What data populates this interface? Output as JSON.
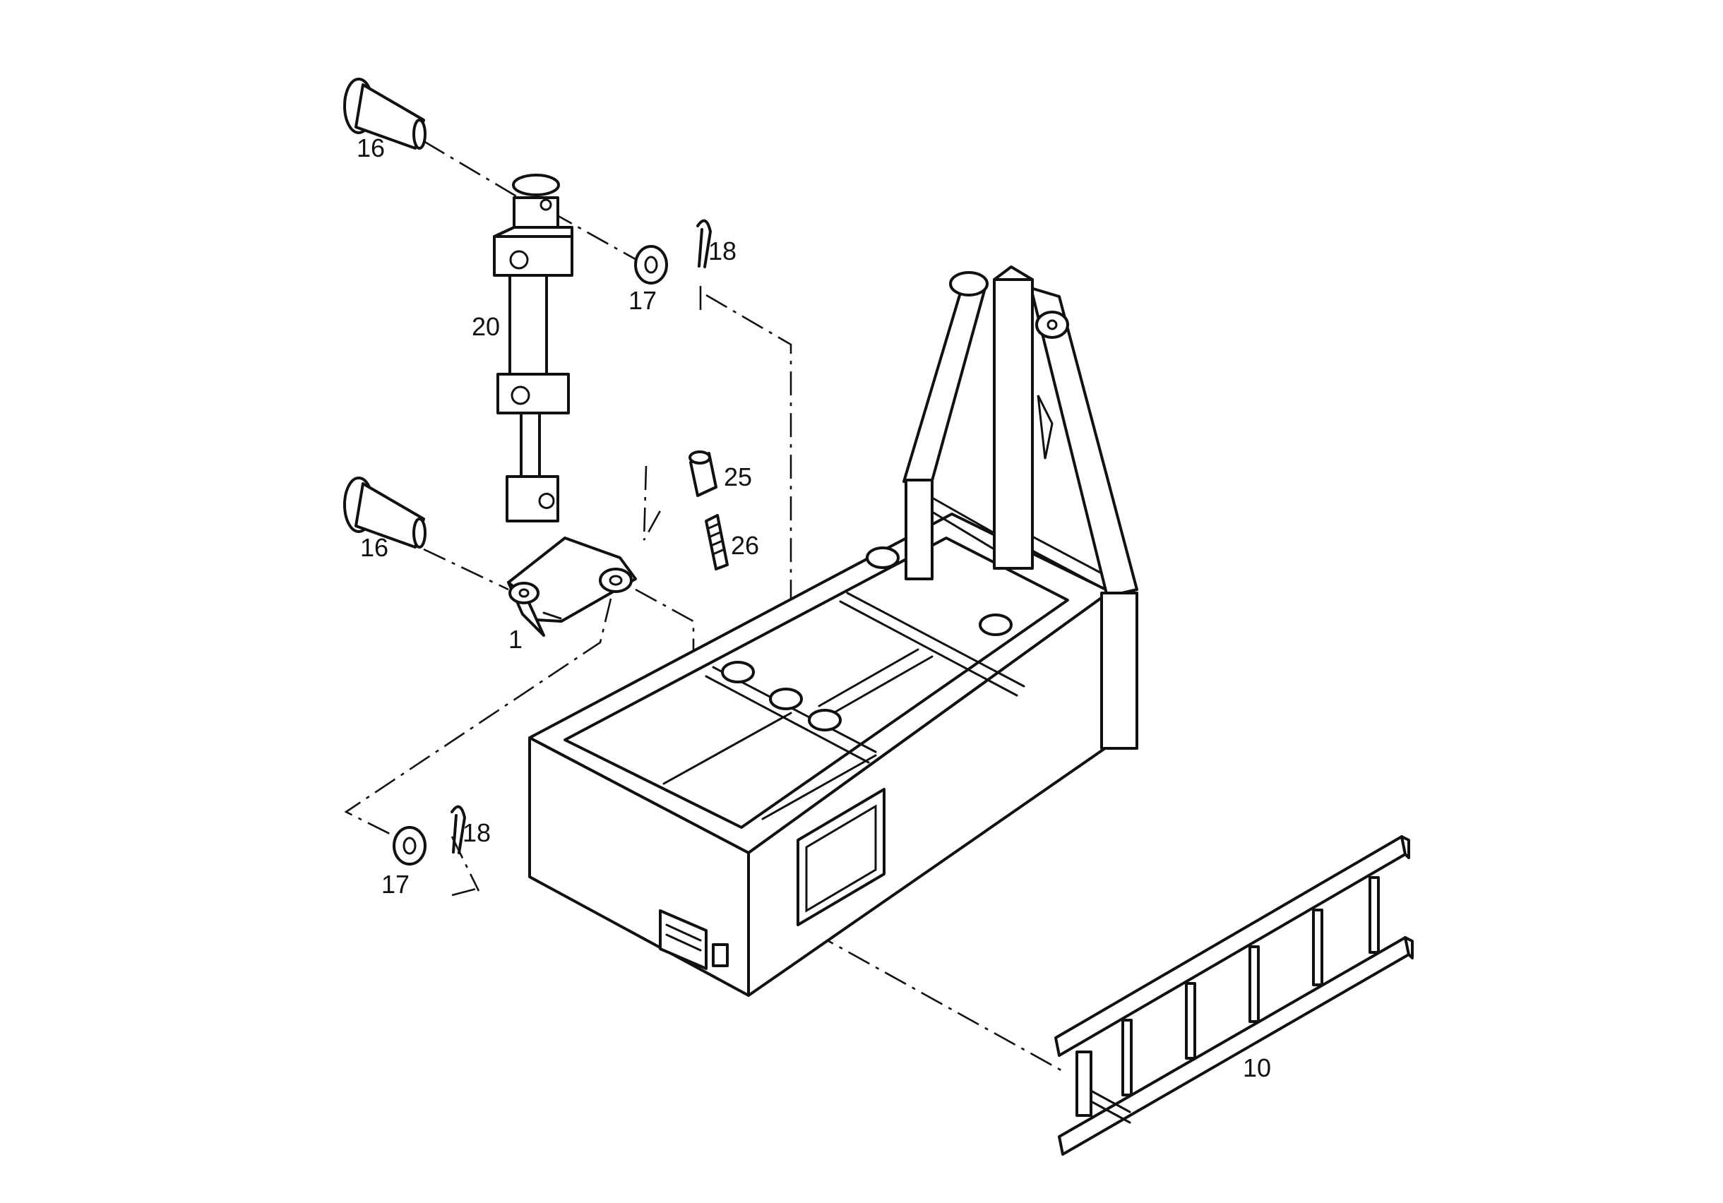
{
  "callouts": {
    "pin_top": "16",
    "pin_lower": "16",
    "washer_top": "17",
    "washer_bottom": "17",
    "cotter_top": "18",
    "cotter_bottom": "18",
    "cylinder": "20",
    "bushing": "25",
    "spring": "26",
    "bracket": "1",
    "ladder": "10"
  }
}
